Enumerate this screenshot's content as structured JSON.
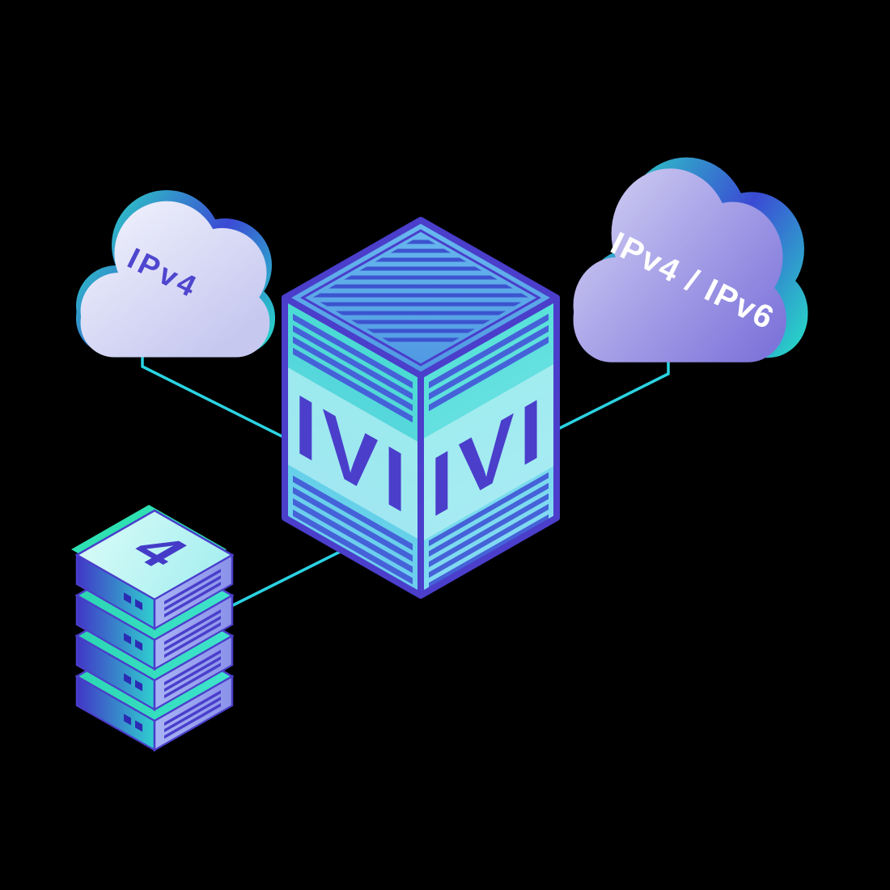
{
  "background": "#000000",
  "palette": {
    "connector_teal": "#2ad3e2",
    "indigo": "#4a3ecb",
    "teal": "#2be0c4",
    "lavender": "#dcdcf5",
    "purple": "#7e75da",
    "box_face_teal": "#4bdbd3",
    "box_face_blue": "#6fcdf0",
    "top_face_blue": "#5aaae8"
  },
  "nodes": {
    "ipv4_cloud": {
      "label": "IPv4"
    },
    "dual_stack_cloud": {
      "label": "IPv4 / IPv6"
    },
    "ivi_box": {
      "left_label": "IVI",
      "right_label": "IVI"
    },
    "ipv4_server_stack": {
      "label": "4",
      "units": 4
    }
  },
  "connections": [
    {
      "from": "ipv4_cloud",
      "to": "ivi_box"
    },
    {
      "from": "dual_stack_cloud",
      "to": "ivi_box"
    },
    {
      "from": "ipv4_server_stack",
      "to": "ivi_box"
    }
  ]
}
